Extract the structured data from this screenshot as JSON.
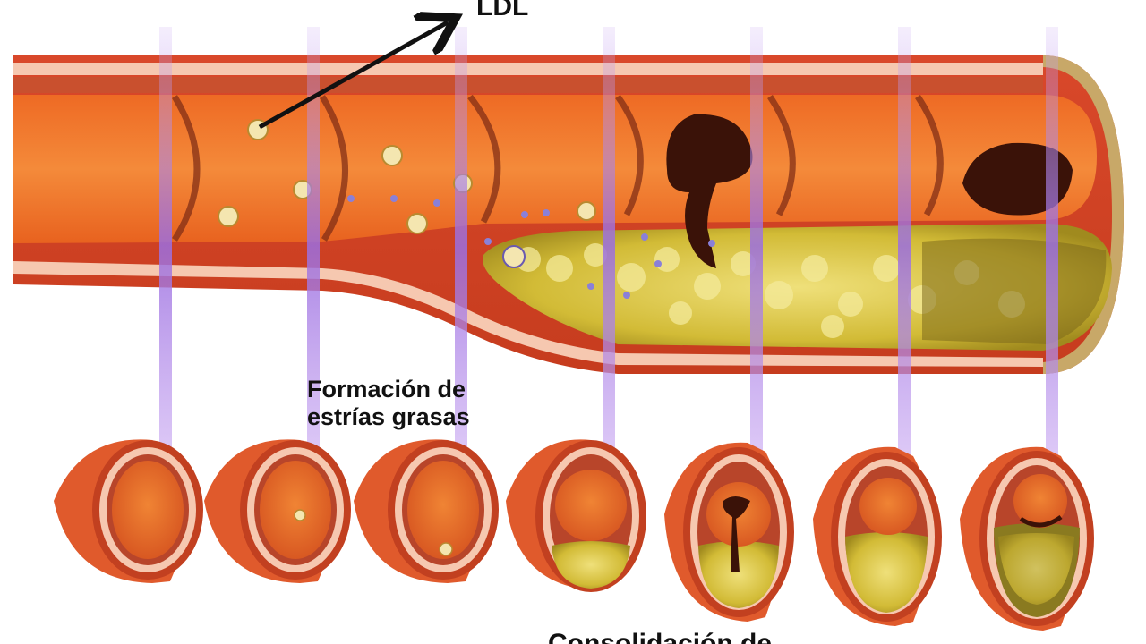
{
  "labels": {
    "ldl": "LDL",
    "fatty_streaks_line1": "Formación de",
    "fatty_streaks_line2": "estrías grasas",
    "consolidation_partial": "Consolidación de"
  },
  "colors": {
    "artery_wall": "#e8532a",
    "artery_outer": "#d2451e",
    "adventitia_pink": "#f6c8b0",
    "lumen": "#f07a2e",
    "plaque_yellow": "#d8c43c",
    "plaque_dark": "#8a7a20",
    "clot": "#3a1208",
    "guide_line": "#9b6ee0",
    "arrow": "#111111"
  },
  "stage": {
    "segment_count": 7,
    "plaque_levels": [
      0,
      0.05,
      0.12,
      0.35,
      0.45,
      0.5,
      0.55
    ],
    "clot_present": [
      false,
      false,
      false,
      false,
      true,
      false,
      true
    ]
  }
}
